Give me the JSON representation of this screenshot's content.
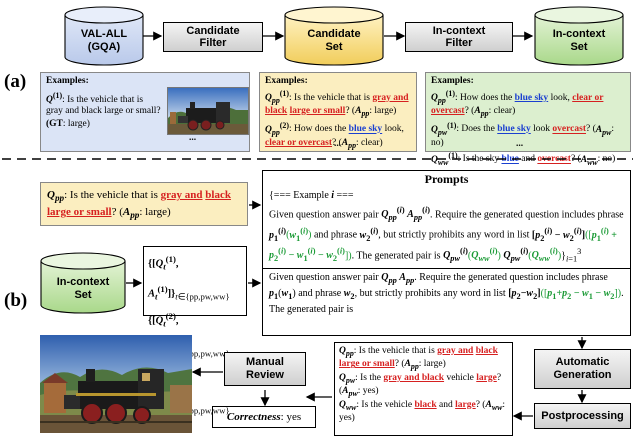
{
  "labels": {
    "a": "(a)",
    "b": "(b)"
  },
  "top_flow": {
    "val_all": [
      "VAL-ALL",
      "(GQA)"
    ],
    "candidate_filter": [
      "Candidate",
      "Filter"
    ],
    "candidate_set": [
      "Candidate",
      "Set"
    ],
    "incontext_filter": [
      "In-context",
      "Filter"
    ],
    "incontext_set": [
      "In-context",
      "Set"
    ]
  },
  "examples_heading": "Examples:",
  "ex1": {
    "q_text": ": Is the vehicle that is gray and black large or small?",
    "gt": "(GT: large)"
  },
  "ex2": {
    "q1a": ": Is the vehicle that is ",
    "q1red1": "gray and",
    "q1red2": "black",
    "q1red3": "large or small",
    "q1b": "? (",
    "q1c": ": large)",
    "q2a": ": How does the ",
    "q2blue": "blue sky",
    "q2b": " look,",
    "q2red": "clear or overcast",
    "q2c": "? (",
    "q2d": ": clear)"
  },
  "ex3": {
    "l1a": ": How does the ",
    "l1blue": "blue sky",
    "l1b": " look, ",
    "l1red": "clear or",
    "l1red2": "overcast",
    "l1c": "? (",
    "l1d": ": clear)",
    "l2a": ": Does the ",
    "l2blue": "blue sky",
    "l2b": " look ",
    "l2red": "overcast",
    "l2c": "? (",
    "l2d": ": no)",
    "l3a": ": Is the sky ",
    "l3blue": "blue",
    "l3b": " and ",
    "l3red": "overcast",
    "l3c": "? (",
    "l3d": ": no)"
  },
  "query": {
    "a": ": Is the vehicle that is ",
    "red1": "gray and",
    "red2": "black",
    "red3": "large or small",
    "b": "? (",
    "c": ": large)"
  },
  "incontext_set_b": [
    "In-context",
    "Set"
  ],
  "prompts": {
    "title": "Prompts",
    "example_line": "{=== Example ",
    "example_i": "i",
    "example_end": " ===",
    "p1_a": "Given question answer pair ",
    "p1_b": ". Require the generated question includes phrase ",
    "p1_c": " and phrase ",
    "p1_d": ", but strictly prohibits any word in list ",
    "p1_e": ". The generated pair is",
    "p2_a": "Given question answer pair ",
    "p2_b": ". Require the generated question includes phrase ",
    "p2_c": " and phrase ",
    "p2_d": ", but strictly prohibits any word in list ",
    "p2_e": ". The generated pair is"
  },
  "automatic_generation": [
    "Automatic",
    "Generation"
  ],
  "postprocessing": "Postprocessing",
  "manual_review": [
    "Manual",
    "Review"
  ],
  "correctness": {
    "label": "Correctness",
    "value": ": yes"
  },
  "output": {
    "l1a": ": Is the vehicle that is ",
    "l1red1": "gray and",
    "l1red2": "black",
    "l1red3": "large or small",
    "l1b": "? (",
    "l1c": ": large)",
    "l2a": ": Is the ",
    "l2red": "gray and black",
    "l2b": " vehicle",
    "l2red2": "large",
    "l2c": "? (",
    "l2d": ": yes)",
    "l3a": ": Is the vehicle ",
    "l3red1": "black",
    "l3b": " and ",
    "l3red2": "large",
    "l3c": "?",
    "l3d": "(",
    "l3e": ": yes)"
  },
  "ellipsis": "..."
}
